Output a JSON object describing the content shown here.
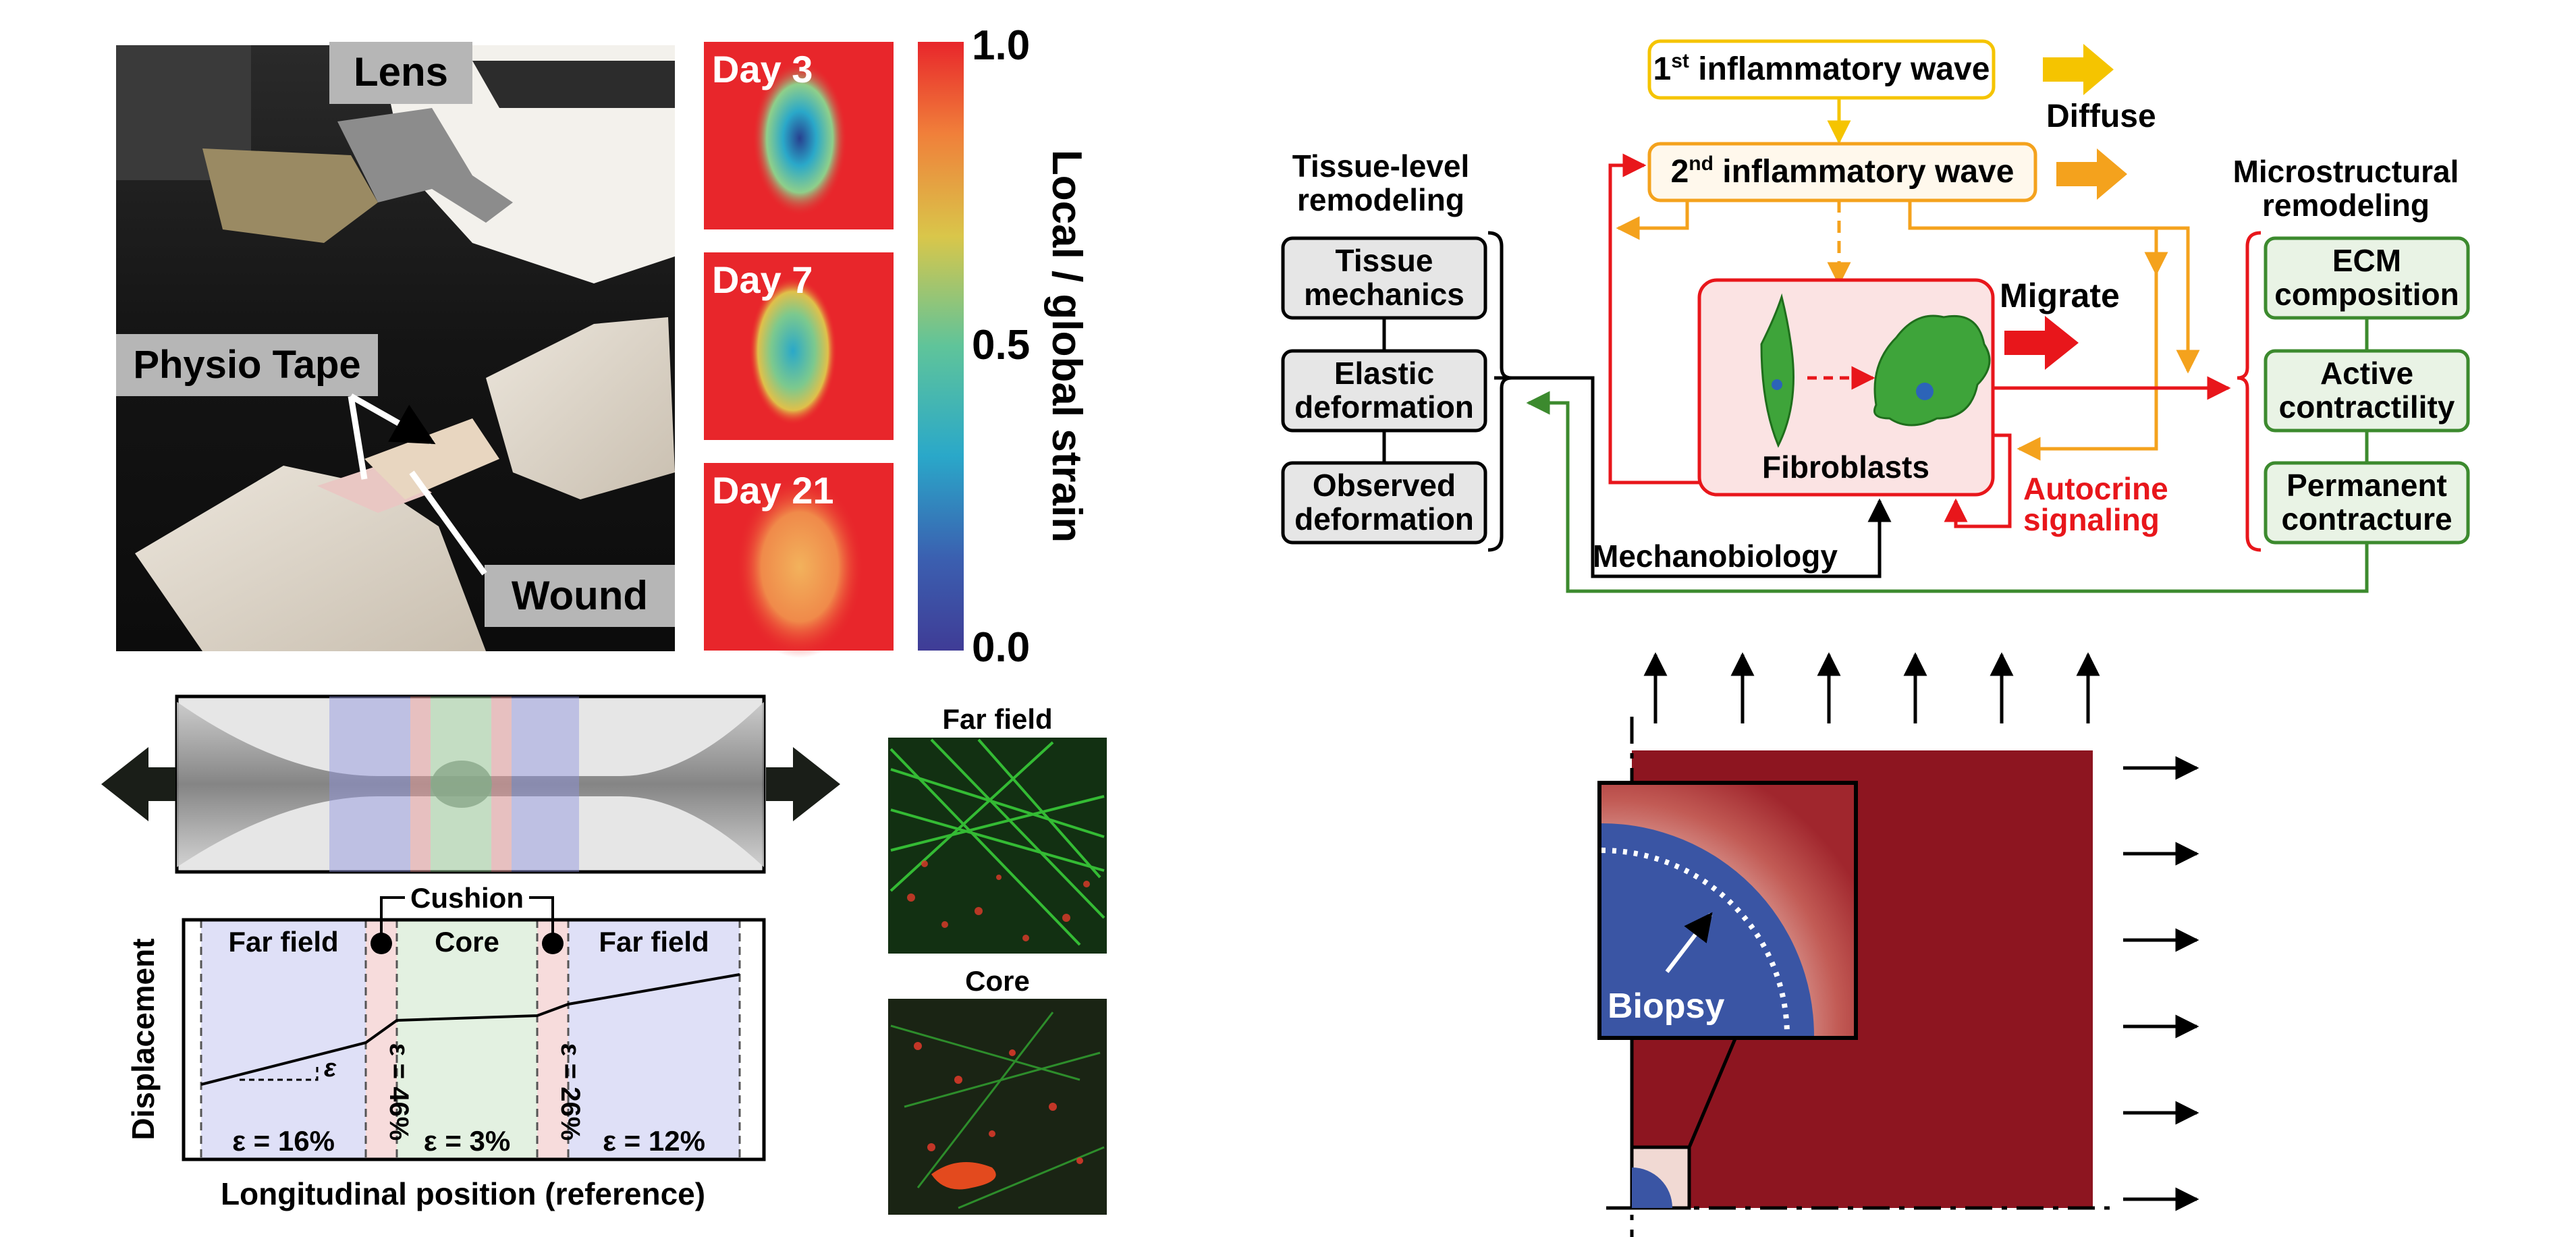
{
  "photo": {
    "lens_label": "Lens",
    "tape_label": "Physio Tape",
    "wound_label": "Wound"
  },
  "strain_maps": {
    "days": [
      "Day 3",
      "Day 7",
      "Day 21"
    ],
    "colorbar_title": "Local / global strain",
    "colorbar_ticks": [
      "1.0",
      "0.5",
      "0.0"
    ],
    "colorbar_colors": [
      "#e8262b",
      "#f07f3a",
      "#d9c64a",
      "#5fc49a",
      "#2aa8c9",
      "#3b5fb0",
      "#3f3c96"
    ]
  },
  "tensile": {
    "cushion_label": "Cushion",
    "regions": [
      "Far field",
      "Core",
      "Far field"
    ],
    "strains": [
      "ε = 16%",
      "ε = 46%",
      "ε = 3%",
      "ε = 26%",
      "ε = 12%"
    ],
    "epsilon_symbol": "ε",
    "ylabel": "Displacement",
    "xlabel": "Longitudinal position (reference)",
    "colors": {
      "far_field": "#dfe0f7",
      "cushion": "#f7dcdc",
      "core": "#e3f1e1"
    }
  },
  "microscopy": {
    "far_field_label": "Far field",
    "core_label": "Core"
  },
  "schematic": {
    "wave1": {
      "base": "1",
      "sup": "st",
      "rest": " inflammatory wave"
    },
    "wave2": {
      "base": "2",
      "sup": "nd",
      "rest": " inflammatory wave"
    },
    "diffuse_label": "Diffuse",
    "migrate_label": "Migrate",
    "fibroblasts_label": "Fibroblasts",
    "autocrine_label": [
      "Autocrine",
      "signaling"
    ],
    "mechanobiology_label": "Mechanobiology",
    "tissue_title": [
      "Tissue-level",
      "remodeling"
    ],
    "tissue_boxes": [
      [
        "Tissue",
        "mechanics"
      ],
      [
        "Elastic",
        "deformation"
      ],
      [
        "Observed",
        "deformation"
      ]
    ],
    "micro_title": [
      "Microstructural",
      "remodeling"
    ],
    "micro_boxes": [
      [
        "ECM",
        "composition"
      ],
      [
        "Active",
        "contractility"
      ],
      [
        "Permanent",
        "contracture"
      ]
    ],
    "colors": {
      "wave1": "#f5c400",
      "wave2": "#f4a21d",
      "red": "#e8161b",
      "green": "#3c8a2e",
      "gray_box": "#e6e6e6"
    }
  },
  "fem": {
    "biopsy_label": "Biopsy",
    "colors": {
      "tissue": "#8d1520",
      "biopsy": "#3a55a4"
    }
  }
}
